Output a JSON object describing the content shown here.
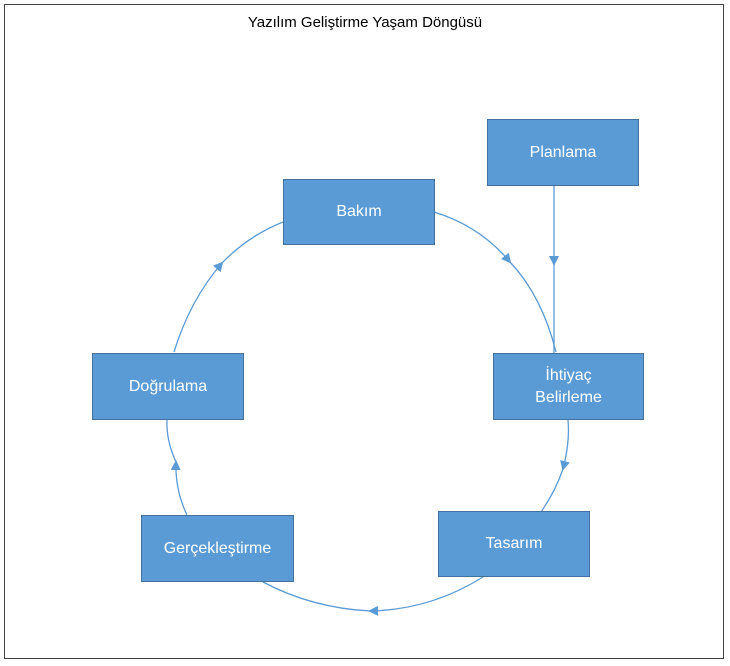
{
  "title": "Yazılım Geliştirme Yaşam Döngüsü",
  "colors": {
    "node_fill": "#5b9bd5",
    "node_border": "#41719c",
    "edge": "#5b9bd5",
    "text": "#ffffff"
  },
  "nodes": {
    "planlama": "Planlama",
    "bakim": "Bakım",
    "ihtiyac_line1": "İhtiyaç",
    "ihtiyac_line2": "Belirleme",
    "dogrulama": "Doğrulama",
    "gerceklestirme": "Gerçekleştirme",
    "tasarim": "Tasarım"
  }
}
